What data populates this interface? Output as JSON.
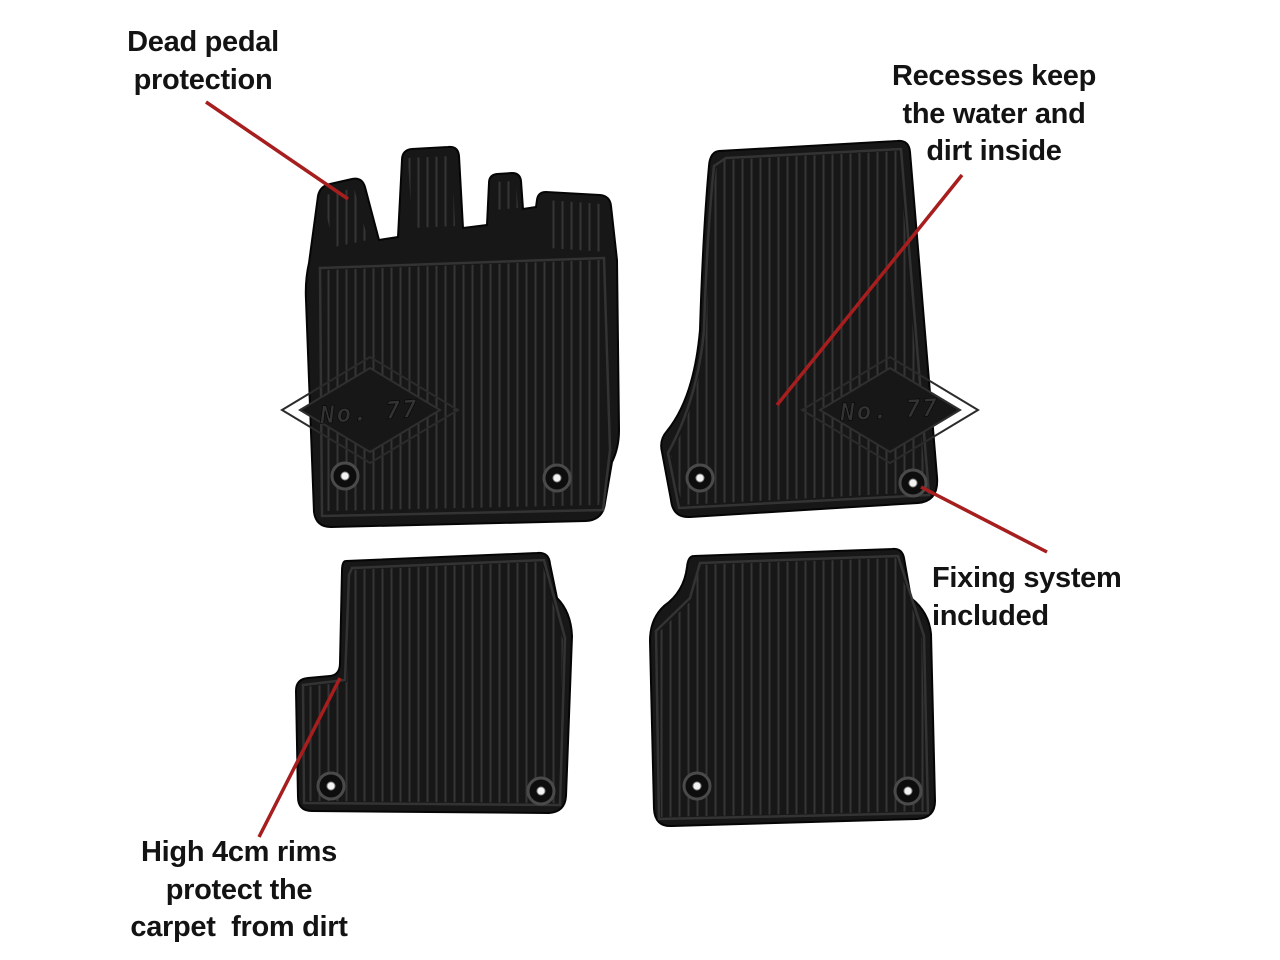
{
  "canvas": {
    "background": "#ffffff"
  },
  "colors": {
    "callout_line": "#a61e1e",
    "annotation_text": "#131313",
    "mat_base": "#171717",
    "mat_groove": "#3a3a3a"
  },
  "logo": {
    "text": "No. 77"
  },
  "annotations": {
    "dead_pedal": {
      "lines": [
        "Dead pedal",
        "protection"
      ]
    },
    "recesses": {
      "lines": [
        "Recesses keep",
        "the water and",
        "dirt inside"
      ]
    },
    "fixing_system": {
      "lines": [
        "Fixing system",
        "included"
      ]
    },
    "high_rims": {
      "lines": [
        "High 4cm rims",
        "protect the",
        "carpet  from dirt"
      ]
    }
  }
}
